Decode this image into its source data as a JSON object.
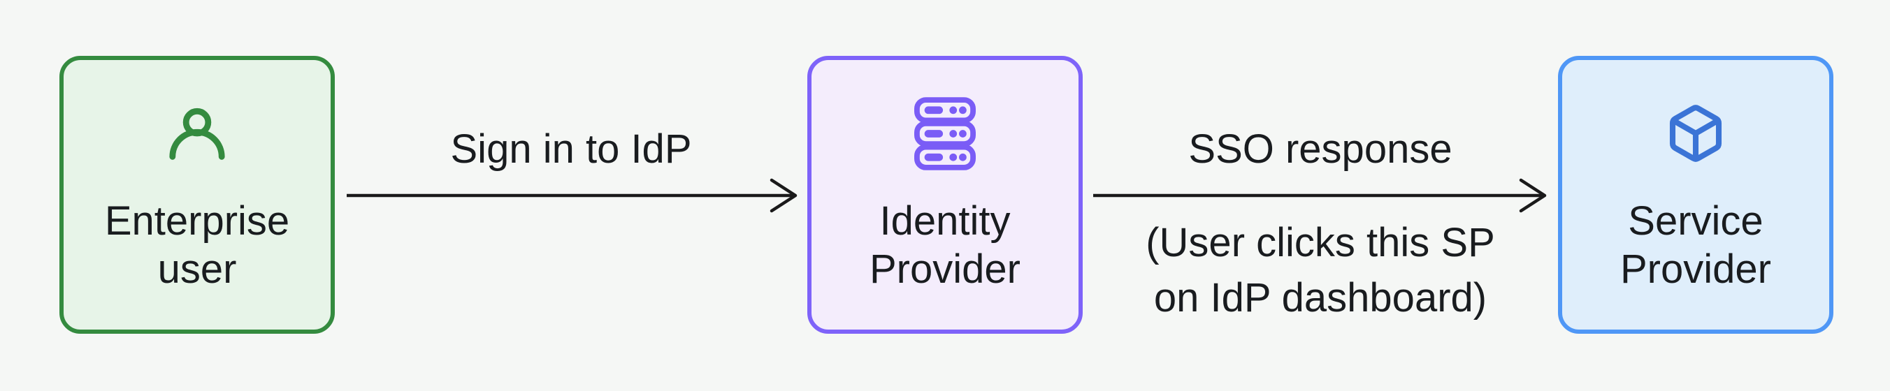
{
  "page": {
    "background_color": "#f5f7f5",
    "text_color": "#191c1f",
    "arrow_color": "#1a1a1a"
  },
  "diagram": {
    "type": "flow-diagram",
    "nodes": [
      {
        "id": "enterprise-user",
        "lines": [
          "Enterprise",
          "user"
        ],
        "icon": "user-icon",
        "colors": {
          "border": "#348b3f",
          "fill": "#e7f4e8",
          "icon": "#348b3f"
        }
      },
      {
        "id": "identity-provider",
        "lines": [
          "Identity",
          "Provider"
        ],
        "icon": "server-icon",
        "colors": {
          "border": "#7e63f9",
          "fill": "#f4edfc",
          "icon": "#7a5cf6"
        }
      },
      {
        "id": "service-provider",
        "lines": [
          "Service",
          "Provider"
        ],
        "icon": "box-icon",
        "colors": {
          "border": "#4f97f6",
          "fill": "#dfeefb",
          "icon": "#3b74d6"
        }
      }
    ],
    "edges": [
      {
        "from": "enterprise-user",
        "to": "identity-provider",
        "label": "Sign in to IdP"
      },
      {
        "from": "identity-provider",
        "to": "service-provider",
        "label": "SSO response",
        "sublabel_lines": [
          "(User clicks this SP",
          "on IdP dashboard)"
        ]
      }
    ]
  }
}
